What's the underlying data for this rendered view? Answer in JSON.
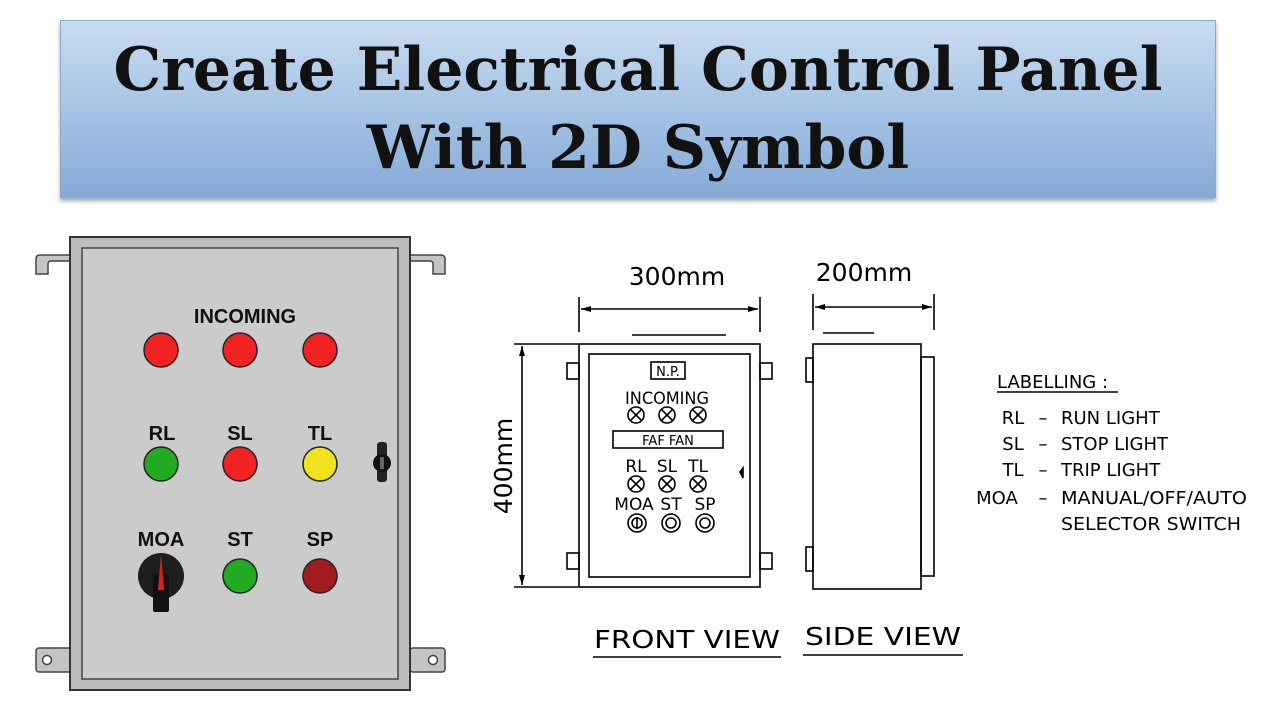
{
  "title": {
    "line1": "Create Electrical Control Panel",
    "line2": "With 2D Symbol"
  },
  "panel_3d": {
    "incoming_label": "INCOMING",
    "row2_labels": [
      "RL",
      "SL",
      "TL"
    ],
    "row3_labels": [
      "MOA",
      "ST",
      "SP"
    ],
    "colors": {
      "incoming": "#f02222",
      "rl": "#22aa22",
      "sl": "#f02222",
      "tl": "#f2e21e",
      "st": "#22aa22",
      "sp": "#a01c1c",
      "body": "#c8c8c8"
    }
  },
  "front_view": {
    "width_dim": "300mm",
    "height_dim": "400mm",
    "nameplate": "N.P.",
    "incoming_label": "INCOMING",
    "feeder_label": "FAF FAN",
    "row2_labels": [
      "RL",
      "SL",
      "TL"
    ],
    "row3_labels": [
      "MOA",
      "ST",
      "SP"
    ],
    "caption": "FRONT VIEW"
  },
  "side_view": {
    "width_dim": "200mm",
    "caption": "SIDE VIEW"
  },
  "legend": {
    "heading": "LABELLING :",
    "items": [
      {
        "code": "RL",
        "dash": "–",
        "text": "RUN LIGHT"
      },
      {
        "code": "SL",
        "dash": "–",
        "text": "STOP LIGHT"
      },
      {
        "code": "TL",
        "dash": "–",
        "text": "TRIP LIGHT"
      },
      {
        "code": "MOA",
        "dash": "–",
        "text": "MANUAL/OFF/AUTO"
      }
    ],
    "continuation": "SELECTOR SWITCH"
  }
}
